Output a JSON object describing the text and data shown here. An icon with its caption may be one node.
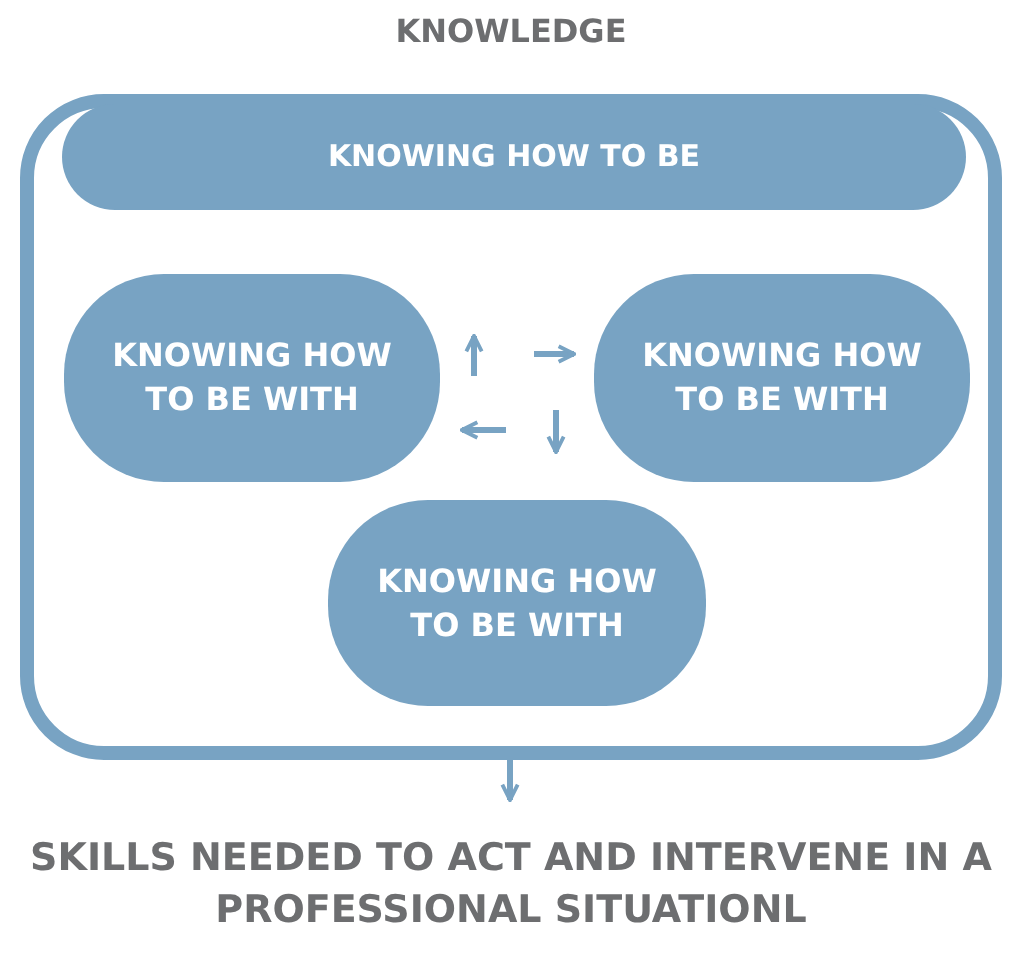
{
  "diagram": {
    "title": "KNOWLEDGE",
    "nodes": [
      {
        "text": [],
        "shape": "box"
      },
      {
        "text": [
          "KNOWING HOW TO BE"
        ],
        "in": 0
      },
      {
        "text": [
          "KNOWING HOW TO BE WITH"
        ],
        "in": 0
      },
      {
        "text": [
          "KNOWING HOW TO BE WITH"
        ],
        "in": 0
      },
      {
        "text": [
          "KNOWING HOW TO BE WITH"
        ],
        "in": 0
      },
      {
        "text": [
          "SKILLS NEEDED TO ACT AND INTERVENE IN A PROFESSIONAL SITUATIONL"
        ]
      }
    ],
    "edges": [
      {
        "from": 0,
        "to": 5,
        "arrow": "to"
      }
    ]
  }
}
